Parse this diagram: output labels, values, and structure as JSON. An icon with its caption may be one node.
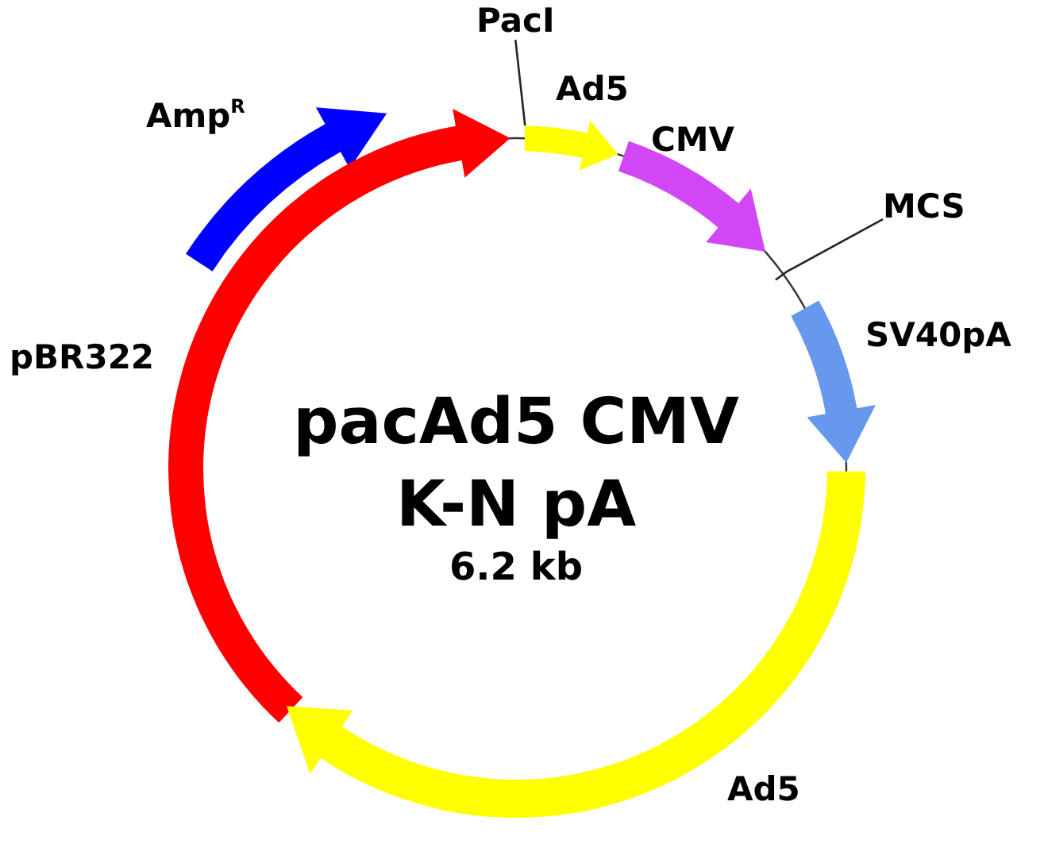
{
  "diagram": {
    "title": "pacAd5 CMV K-N pA",
    "nodes": [
      {
        "text": [],
        "shape": "arrow",
        "beside": [
          "Amp$^{R}$"
        ]
      },
      {
        "text": [],
        "shape": "arrow",
        "beside": [
          "pBR322"
        ]
      },
      {
        "text": [
          "PacI"
        ]
      },
      {
        "text": [],
        "shape": "arrow",
        "beside": [
          "Ad5"
        ]
      },
      {
        "text": [],
        "shape": "arrow",
        "beside": [
          "CMV"
        ]
      },
      {
        "text": [
          "MCS"
        ]
      },
      {
        "text": [],
        "shape": "arrow",
        "beside": [
          "SV40pA"
        ]
      },
      {
        "text": [],
        "shape": "arrow",
        "beside": [
          "Ad5"
        ]
      }
    ],
    "edges": [
      {
        "from": 2,
        "to": 3,
        "arrow": "none"
      },
      {
        "from": 5,
        "to": null,
        "arrow": "none"
      }
    ],
    "labels": [
      "6.2 kb"
    ]
  }
}
